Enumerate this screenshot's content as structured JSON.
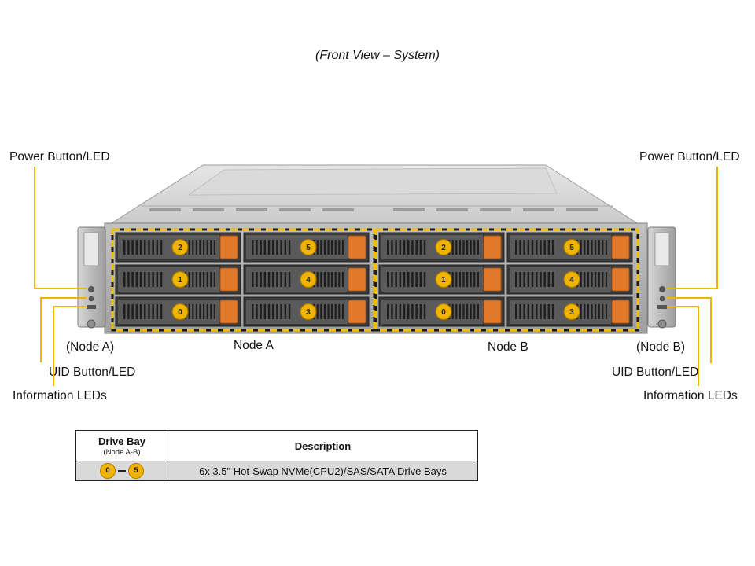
{
  "title": "(Front View – System)",
  "callouts": {
    "left_power": "Power Button/LED",
    "right_power": "Power Button/LED",
    "left_node": "(Node A)",
    "right_node": "(Node B)",
    "left_uid": "UID Button/LED",
    "right_uid": "UID Button/LED",
    "left_info": "Information LEDs",
    "right_info": "Information LEDs"
  },
  "nodes": {
    "a_label": "Node A",
    "b_label": "Node B"
  },
  "drive_bays": {
    "node_a": [
      [
        "2",
        "5"
      ],
      [
        "1",
        "4"
      ],
      [
        "0",
        "3"
      ]
    ],
    "node_b": [
      [
        "2",
        "5"
      ],
      [
        "1",
        "4"
      ],
      [
        "0",
        "3"
      ]
    ]
  },
  "colors": {
    "callout_line": "#f0b400",
    "badge": "#f0b400",
    "handle": "#e07a2a",
    "chassis": "#b5b5b5",
    "node_border": "#f0c000"
  },
  "legend": {
    "col1_header": "Drive Bay",
    "col1_sub": "(Node A-B)",
    "col2_header": "Description",
    "badge_from": "0",
    "badge_to": "5",
    "description": "6x 3.5\" Hot-Swap NVMe(CPU2)/SAS/SATA Drive Bays"
  }
}
